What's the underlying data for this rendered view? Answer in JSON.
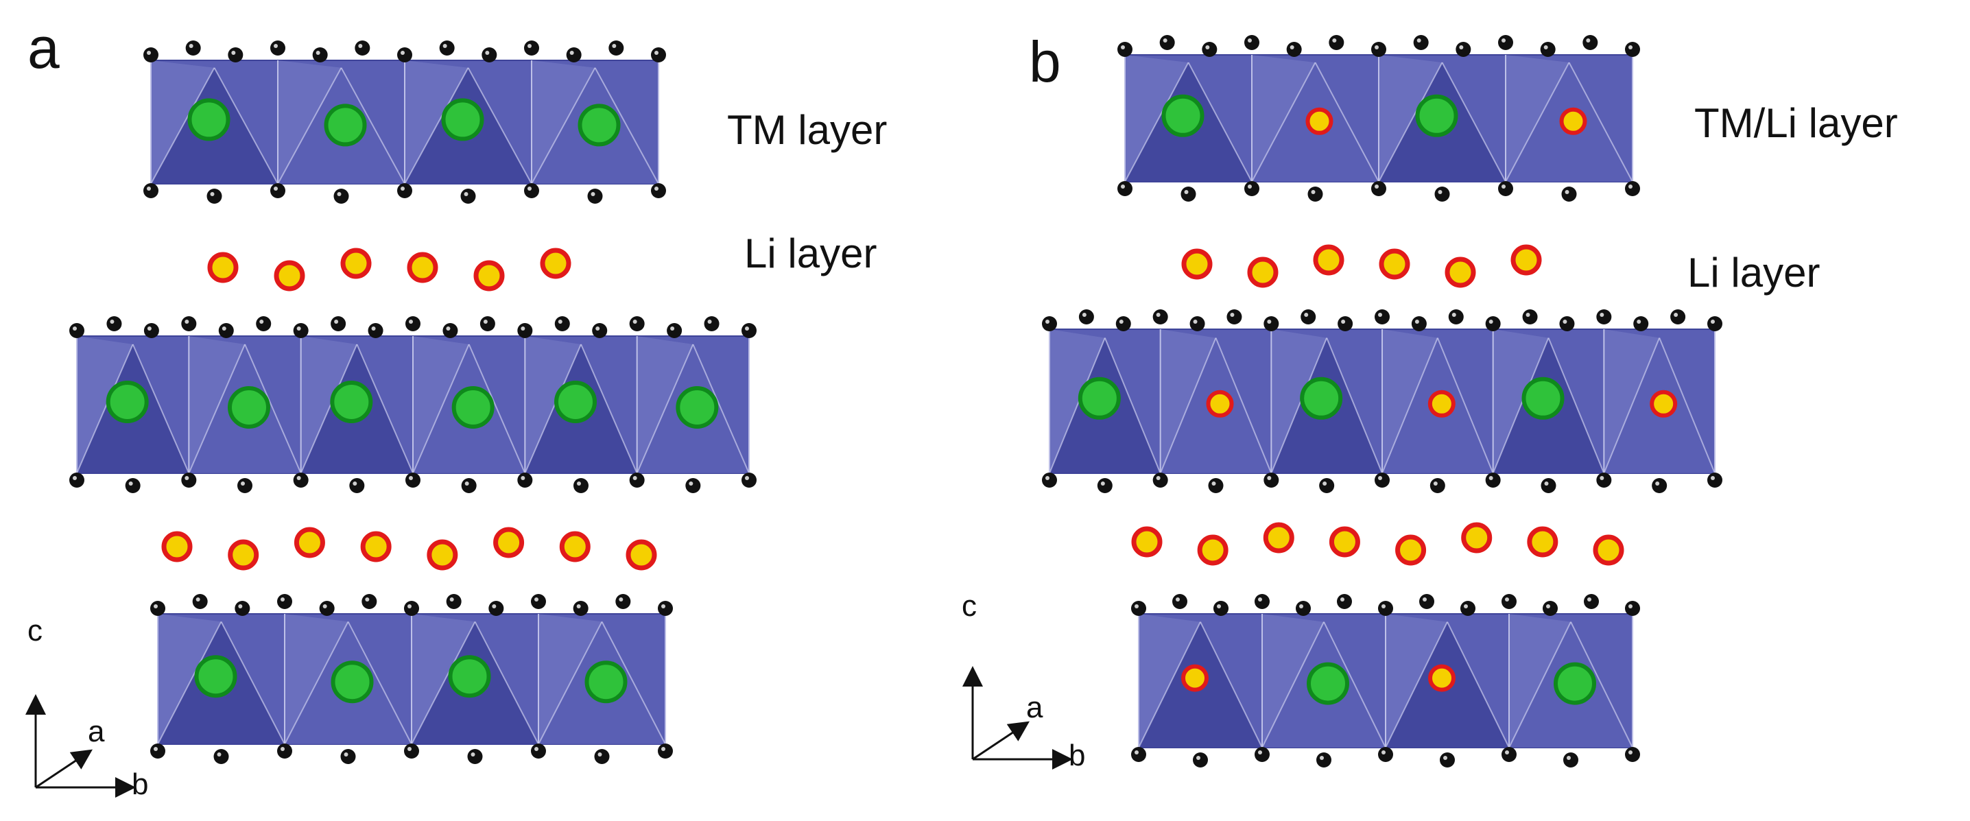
{
  "panels": {
    "a": {
      "letter": "a",
      "labels": {
        "top_layer": "TM layer",
        "li_layer": "Li layer"
      },
      "slabs": [
        {
          "name": "slab-top",
          "cells": 4,
          "cations": [
            "TM",
            "TM",
            "TM",
            "TM"
          ]
        },
        {
          "name": "slab-middle",
          "cells": 6,
          "cations": [
            "TM",
            "TM",
            "TM",
            "TM",
            "TM",
            "TM"
          ]
        },
        {
          "name": "slab-bottom",
          "cells": 4,
          "cations": [
            "TM",
            "TM",
            "TM",
            "TM"
          ]
        }
      ],
      "interlayer_li_counts": [
        6,
        8
      ]
    },
    "b": {
      "letter": "b",
      "labels": {
        "top_layer": "TM/Li layer",
        "li_layer": "Li layer"
      },
      "slabs": [
        {
          "name": "slab-top",
          "cells": 4,
          "cations": [
            "TM",
            "Li",
            "TM",
            "Li"
          ]
        },
        {
          "name": "slab-middle",
          "cells": 6,
          "cations": [
            "TM",
            "Li",
            "TM",
            "Li",
            "TM",
            "Li"
          ]
        },
        {
          "name": "slab-bottom",
          "cells": 4,
          "cations": [
            "Li",
            "TM",
            "Li",
            "TM"
          ]
        }
      ],
      "interlayer_li_counts": [
        6,
        8
      ]
    }
  },
  "axes": {
    "c": "c",
    "a": "a",
    "b": "b"
  },
  "legend_colors": {
    "octahedron": "#5a5fb4",
    "octahedron_dark": "#3e4399",
    "octahedron_light": "#8a8fd0",
    "oxygen": "#111111",
    "tm": "#2fc23a",
    "tm_ring": "#0f8a1c",
    "li": "#f5d000",
    "li_ring": "#e11a1a"
  }
}
